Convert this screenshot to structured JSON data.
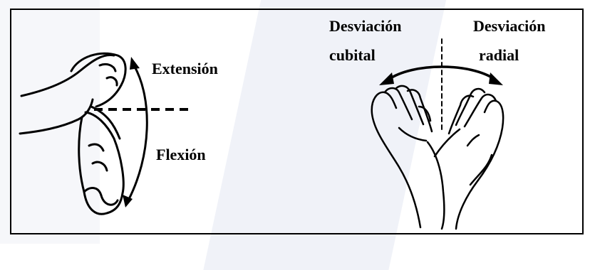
{
  "left_panel": {
    "label_extension": "Extensión",
    "label_flexion": "Flexión"
  },
  "right_panel": {
    "label_ulnar_line1": "Desviación",
    "label_ulnar_line2": "cubital",
    "label_radial_line1": "Desviación",
    "label_radial_line2": "radial"
  },
  "colors": {
    "ink": "#000000",
    "background": "#ffffff",
    "watermark": "#eef1f7"
  }
}
